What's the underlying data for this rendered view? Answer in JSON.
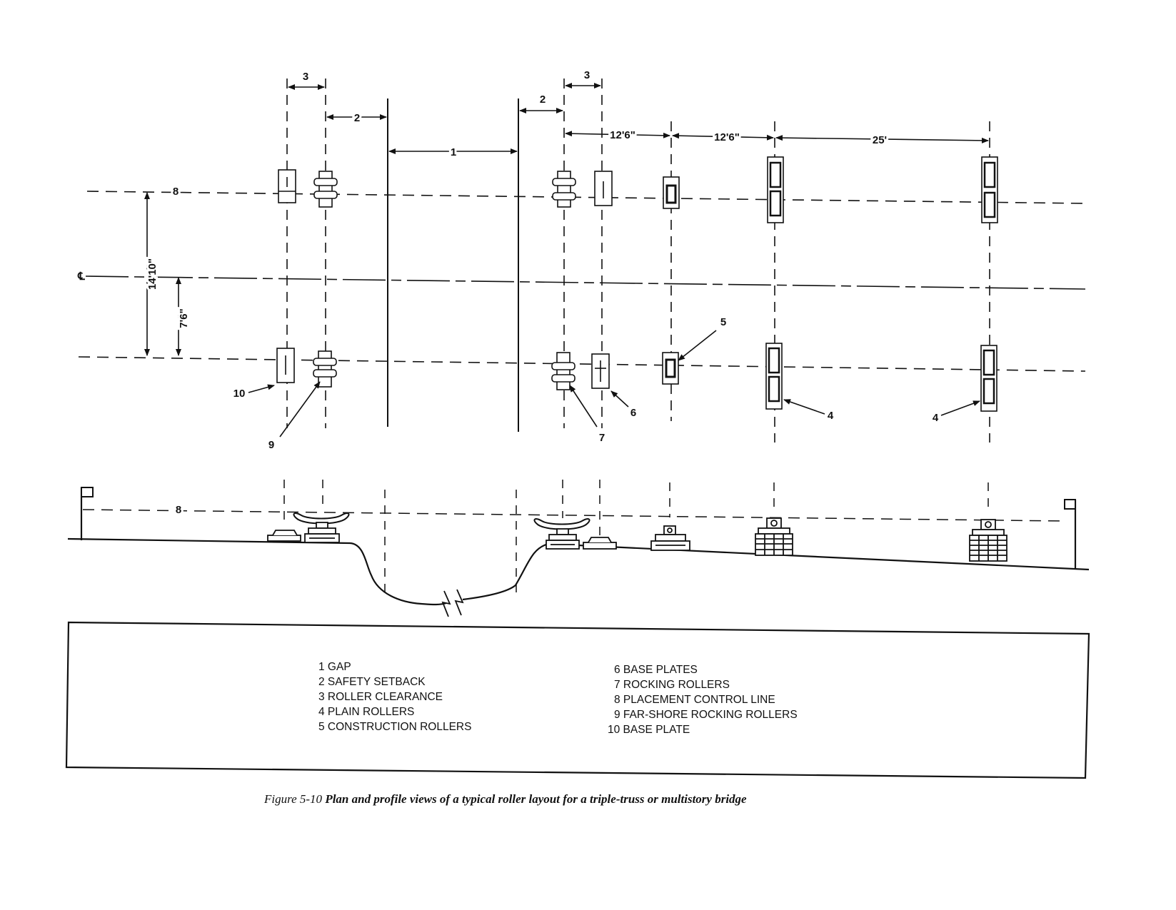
{
  "dimensions": {
    "gap": "1",
    "safety_setback": "2",
    "roller_clearance": "3",
    "spacing_1": "12'6\"",
    "spacing_2": "12'6\"",
    "spacing_3": "25'",
    "truss_width": "14'10\"",
    "half_width": "7'6\"",
    "centerline": "℄"
  },
  "callouts": {
    "placement_line_plan": "8",
    "placement_line_profile": "8",
    "construction_roller": "5",
    "base_plates": "6",
    "rocking_rollers": "7",
    "plain_rollers_a": "4",
    "plain_rollers_b": "4",
    "far_shore_rocking": "9",
    "base_plate": "10"
  },
  "legend": {
    "left": [
      "1 GAP",
      "2 SAFETY SETBACK",
      "3 ROLLER CLEARANCE",
      "4 PLAIN ROLLERS",
      "5 CONSTRUCTION ROLLERS"
    ],
    "right": [
      "6 BASE PLATES",
      "7 ROCKING ROLLERS",
      "8 PLACEMENT CONTROL LINE",
      "9 FAR-SHORE ROCKING ROLLERS",
      "10 BASE PLATE"
    ]
  },
  "caption": {
    "figure_number": "Figure 5-10",
    "title": "Plan and profile views of a typical roller layout for a triple-truss or multistory bridge"
  }
}
